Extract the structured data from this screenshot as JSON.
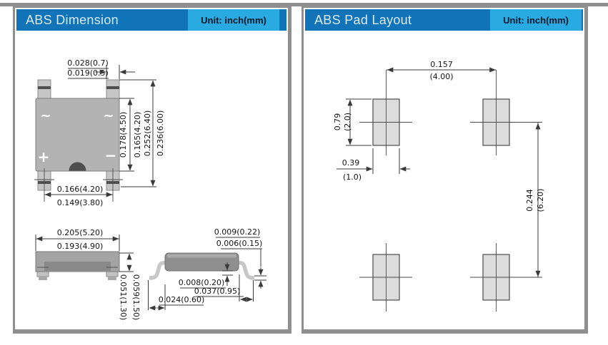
{
  "colors": {
    "header_blue": "#1173b8",
    "unit_blue": "#29aae1",
    "panel_border": "#8f8f8f",
    "package_body_gray": "#b3b3b3",
    "pad_gray": "#dcdcdc"
  },
  "left_panel": {
    "title": "ABS Dimension",
    "unit": "Unit: inch(mm)",
    "symbols": {
      "ac_left": "~",
      "ac_right": "~",
      "positive": "+",
      "negative": "−"
    },
    "dims": {
      "lead_width_max": "0.028(0.7)",
      "lead_width_min": "0.019(0.5)",
      "body_height_max": "0.178(4.50)",
      "body_height_min": "0.165(4.20)",
      "overall_height_max": "0.252(6.40)",
      "overall_height_min": "0.236(6.00)",
      "lead_pitch_max": "0.166(4.20)",
      "lead_pitch_min": "0.149(3.80)",
      "body_width_max": "0.205(5.20)",
      "body_width_min": "0.193(4.90)",
      "body_thickness_max": "0.059(1.50)",
      "body_thickness_min": "0.051(1.30)",
      "lead_thickness_max": "0.009(0.22)",
      "lead_thickness_min": "0.006(0.15)",
      "standoff": "0.008(0.20)",
      "foot_length_right": "0.037(0.95)",
      "foot_length_left": "0.024(0.60)"
    }
  },
  "right_panel": {
    "title": "ABS Pad Layout",
    "unit": "Unit: inch(mm)",
    "dims": {
      "pad_pitch_x_inch": "0.157",
      "pad_pitch_x_mm": "(4.00)",
      "pad_height_inch": "0.79",
      "pad_height_mm": "(2.0)",
      "pad_width_inch": "0.39",
      "pad_width_mm": "(1.0)",
      "pad_pitch_y_inch": "0.244",
      "pad_pitch_y_mm": "(6.20)"
    }
  }
}
